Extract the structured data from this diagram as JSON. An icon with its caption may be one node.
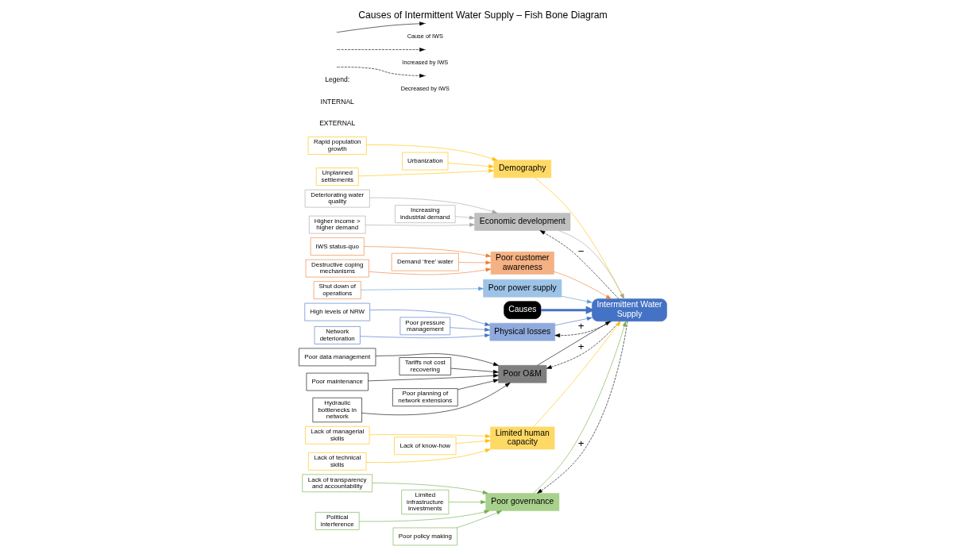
{
  "diagram": {
    "title": "Causes of Intermittent Water Supply – Fish Bone Diagram",
    "nodes": [
      {
        "text": [
          "Poor governance"
        ]
      },
      {
        "text": [
          "Demography"
        ]
      },
      {
        "text": [
          "Economic development"
        ]
      },
      {
        "text": [
          "Poor customer awareness"
        ]
      },
      {
        "text": [
          "Poor power supply"
        ]
      },
      {
        "text": [
          "Lack of transparency and accountability"
        ]
      },
      {
        "text": [
          "Rapid population growth"
        ]
      },
      {
        "text": [
          "Deteriorating water quality"
        ]
      },
      {
        "text": [
          "IWS status-quo"
        ]
      },
      {
        "text": [
          "Demand ‘free’ water"
        ]
      },
      {
        "text": [
          "Limited infrastructure investments"
        ]
      },
      {
        "text": [
          "Increasing industrial demand"
        ]
      },
      {
        "text": [
          "Political interference"
        ]
      },
      {
        "text": [
          "Urbanization"
        ]
      },
      {
        "text": [
          "Destructive coping mechanisms"
        ]
      },
      {
        "text": [
          "Poor policy making"
        ]
      },
      {
        "text": [
          "Unplanned settlements"
        ]
      },
      {
        "text": [
          "Higher income > higher demand"
        ]
      },
      {
        "text": [
          "Shut down of operations"
        ]
      },
      {
        "text": [
          "Causes"
        ]
      },
      {
        "text": [
          "Intermittent Water Supply"
        ]
      },
      {
        "text": [
          "High levels of NRW"
        ]
      },
      {
        "text": [
          "Poor data management"
        ]
      },
      {
        "text": [
          "Lack of managerial skills"
        ]
      },
      {
        "text": [
          "Poor pressure management"
        ]
      },
      {
        "text": [
          "Tariffs not cost recovering"
        ]
      },
      {
        "text": [
          "Lack of know-how"
        ]
      },
      {
        "text": [
          "Poor maintenance"
        ]
      },
      {
        "text": [
          "Lack of technical skills"
        ]
      },
      {
        "text": [
          "Network deterioration"
        ]
      },
      {
        "text": [
          "Poor planning of network extensions"
        ]
      },
      {
        "text": [
          "Hydraulic bottlenecks in network"
        ]
      },
      {
        "text": [
          "Physical losses"
        ]
      },
      {
        "text": [
          "Poor O&M"
        ]
      },
      {
        "text": [
          "Limited human capacity"
        ]
      }
    ],
    "edges": [
      {
        "from": 5,
        "to": 0,
        "arrow": "to",
        "color": "#70ad47"
      },
      {
        "from": 10,
        "to": 0,
        "arrow": "to",
        "color": "#70ad47"
      },
      {
        "from": 12,
        "to": 0,
        "arrow": "to",
        "color": "#70ad47"
      },
      {
        "from": 15,
        "to": 0,
        "arrow": "to",
        "color": "#70ad47"
      },
      {
        "from": 6,
        "to": 1,
        "arrow": "to",
        "color": "#ffc000"
      },
      {
        "from": 13,
        "to": 1,
        "arrow": "to",
        "color": "#ffc000"
      },
      {
        "from": 16,
        "to": 1,
        "arrow": "to",
        "color": "#ffc000"
      },
      {
        "from": 7,
        "to": 2,
        "arrow": "to",
        "color": "#a5a5a5"
      },
      {
        "from": 11,
        "to": 2,
        "arrow": "to",
        "color": "#a5a5a5"
      },
      {
        "from": 17,
        "to": 2,
        "arrow": "to",
        "color": "#a5a5a5"
      },
      {
        "from": 8,
        "to": 3,
        "arrow": "to",
        "color": "#ed7d31"
      },
      {
        "from": 9,
        "to": 3,
        "arrow": "to",
        "color": "#ed7d31"
      },
      {
        "from": 14,
        "to": 3,
        "arrow": "to",
        "color": "#ed7d31"
      },
      {
        "from": 18,
        "to": 4,
        "arrow": "to",
        "color": "#5b9bd5"
      },
      {
        "from": 21,
        "to": 32,
        "arrow": "to",
        "color": "#4472c4"
      },
      {
        "from": 24,
        "to": 32,
        "arrow": "to",
        "color": "#4472c4"
      },
      {
        "from": 29,
        "to": 32,
        "arrow": "to",
        "color": "#4472c4"
      },
      {
        "from": 22,
        "to": 33,
        "arrow": "to"
      },
      {
        "from": 25,
        "to": 33,
        "arrow": "to"
      },
      {
        "from": 27,
        "to": 33,
        "arrow": "to"
      },
      {
        "from": 30,
        "to": 33,
        "arrow": "to"
      },
      {
        "from": 31,
        "to": 33,
        "arrow": "to"
      },
      {
        "from": 23,
        "to": 34,
        "arrow": "to",
        "color": "#ffc000"
      },
      {
        "from": 26,
        "to": 34,
        "arrow": "to",
        "color": "#ffc000"
      },
      {
        "from": 28,
        "to": 34,
        "arrow": "to",
        "color": "#ffc000"
      },
      {
        "from": 0,
        "to": 20,
        "arrow": "to",
        "color": "#70ad47"
      },
      {
        "from": 1,
        "to": 20,
        "arrow": "to",
        "color": "#ffc000"
      },
      {
        "from": 2,
        "to": 20,
        "arrow": "to",
        "color": "#a5a5a5"
      },
      {
        "from": 3,
        "to": 20,
        "arrow": "to",
        "color": "#ed7d31"
      },
      {
        "from": 4,
        "to": 20,
        "arrow": "to",
        "color": "#5b9bd5"
      },
      {
        "from": 32,
        "to": 20,
        "arrow": "to",
        "color": "#4472c4"
      },
      {
        "from": 33,
        "to": 20,
        "arrow": "to"
      },
      {
        "from": 34,
        "to": 20,
        "arrow": "to",
        "color": "#ffc000"
      },
      {
        "from": 19,
        "to": 20,
        "arrow": "to",
        "style": "thick",
        "color": "#4472c4"
      },
      {
        "from": 20,
        "to": 0,
        "arrow": "to",
        "style": "dashed",
        "label": "+"
      },
      {
        "from": 20,
        "to": 2,
        "arrow": "to",
        "style": "dashed",
        "label": "−"
      },
      {
        "from": 20,
        "to": 32,
        "arrow": "to",
        "style": "dashed",
        "label": "+"
      },
      {
        "from": 20,
        "to": 33,
        "arrow": "to",
        "style": "dashed",
        "label": "+"
      }
    ],
    "labels": [
      "EXTERNAL",
      "INTERNAL",
      "Legend:"
    ],
    "legend": [
      {
        "text": "Cause of IWS"
      },
      {
        "text": "Increased by IWS"
      },
      {
        "text": "Decreased by IWS"
      }
    ]
  }
}
